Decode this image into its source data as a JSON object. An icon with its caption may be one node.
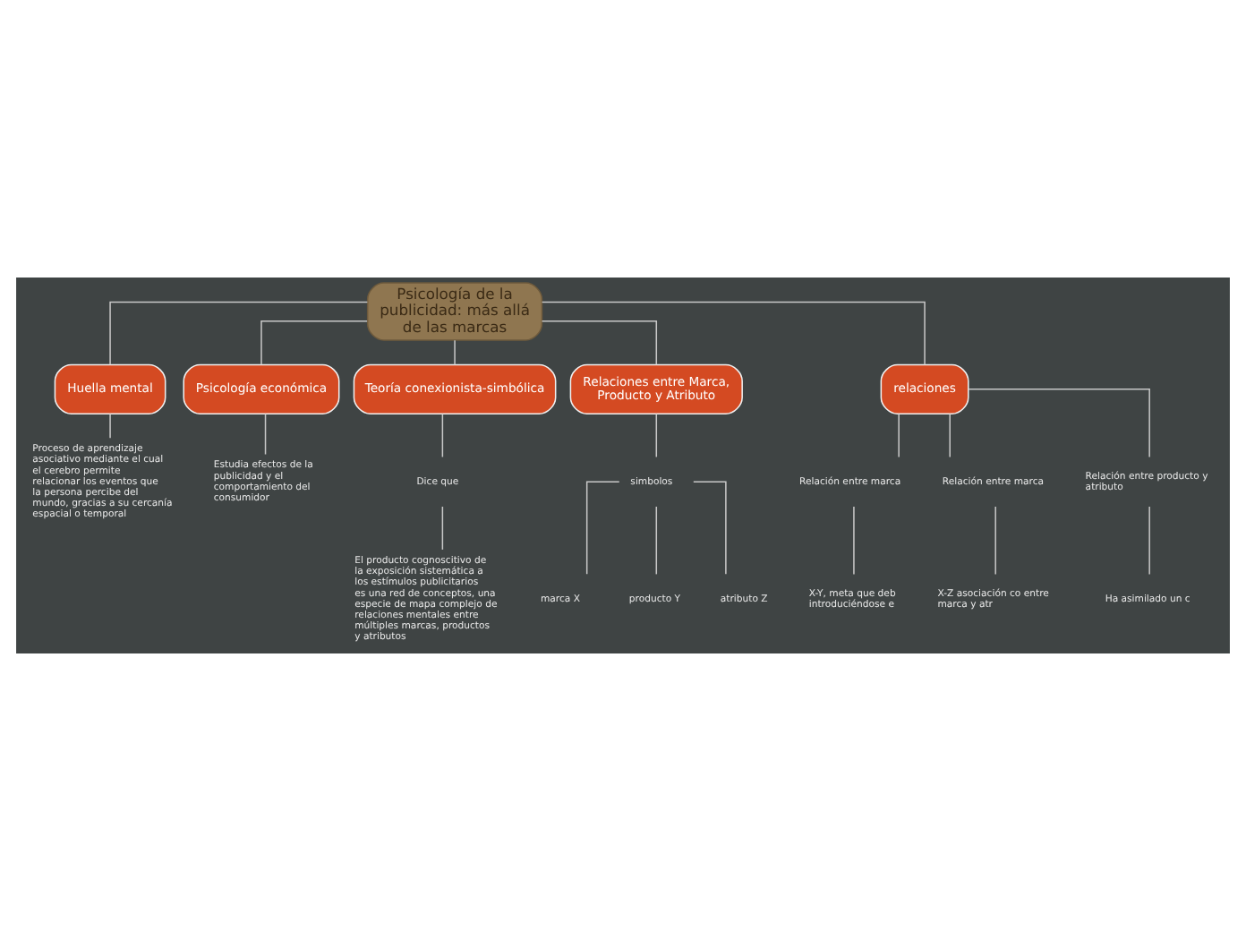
{
  "diagram": {
    "nodes": [
      {
        "text": [
          "Psicología de la publicidad: más allá de las marcas"
        ]
      },
      {
        "text": [
          "Huella mental"
        ]
      },
      {
        "text": [
          "Proceso de aprendizaje asociativo mediante el cual el cerebro permite relacionar los eventos que la persona percibe del mundo, gracias a su cercanía espacial o temporal"
        ]
      },
      {
        "text": [
          "Psicología económica"
        ]
      },
      {
        "text": [
          "Estudia efectos de la publicidad y el comportamiento del consumidor"
        ]
      },
      {
        "text": [
          "Teoría conexionista-simbólica"
        ]
      },
      {
        "text": [
          "Dice que"
        ]
      },
      {
        "text": [
          "El producto cognoscitivo de la exposición sistemática a los estímulos publicitarios es una red de conceptos, una especie de mapa complejo de relaciones mentales entre múltiples marcas, productos y atributos"
        ]
      },
      {
        "text": [
          "Relaciones entre Marca, Producto y Atributo"
        ]
      },
      {
        "text": [
          "simbolos"
        ]
      },
      {
        "text": [
          "marca X"
        ]
      },
      {
        "text": [
          "producto Y"
        ]
      },
      {
        "text": [
          "atributo Z"
        ]
      },
      {
        "text": [
          "relaciones"
        ]
      },
      {
        "text": [
          "Relación entre marca"
        ]
      },
      {
        "text": [
          "X-Y, meta que deb introduciéndose e"
        ]
      },
      {
        "text": [
          "Relación entre marca"
        ]
      },
      {
        "text": [
          "X-Z asociación co entre marca y atr"
        ]
      },
      {
        "text": [
          "Relación entre producto y atributo"
        ]
      },
      {
        "text": [
          "Ha asimilado un c"
        ]
      }
    ],
    "edges": [
      {
        "from": 0,
        "to": 1,
        "arrow": "none"
      },
      {
        "from": 1,
        "to": 2,
        "arrow": "none"
      },
      {
        "from": 0,
        "to": 3,
        "arrow": "none"
      },
      {
        "from": 3,
        "to": 4,
        "arrow": "none"
      },
      {
        "from": 0,
        "to": 5,
        "arrow": "none"
      },
      {
        "from": 5,
        "to": 6,
        "arrow": "none"
      },
      {
        "from": 6,
        "to": 7,
        "arrow": "none"
      },
      {
        "from": 0,
        "to": 8,
        "arrow": "none"
      },
      {
        "from": 8,
        "to": 9,
        "arrow": "none"
      },
      {
        "from": 9,
        "to": 10,
        "arrow": "none"
      },
      {
        "from": 9,
        "to": 11,
        "arrow": "none"
      },
      {
        "from": 9,
        "to": 12,
        "arrow": "none"
      },
      {
        "from": 0,
        "to": 13,
        "arrow": "none"
      },
      {
        "from": 13,
        "to": 14,
        "arrow": "none"
      },
      {
        "from": 14,
        "to": 15,
        "arrow": "none"
      },
      {
        "from": 13,
        "to": 16,
        "arrow": "none"
      },
      {
        "from": 16,
        "to": 17,
        "arrow": "none"
      },
      {
        "from": 13,
        "to": 18,
        "arrow": "none"
      },
      {
        "from": 18,
        "to": 19,
        "arrow": "none"
      }
    ]
  }
}
